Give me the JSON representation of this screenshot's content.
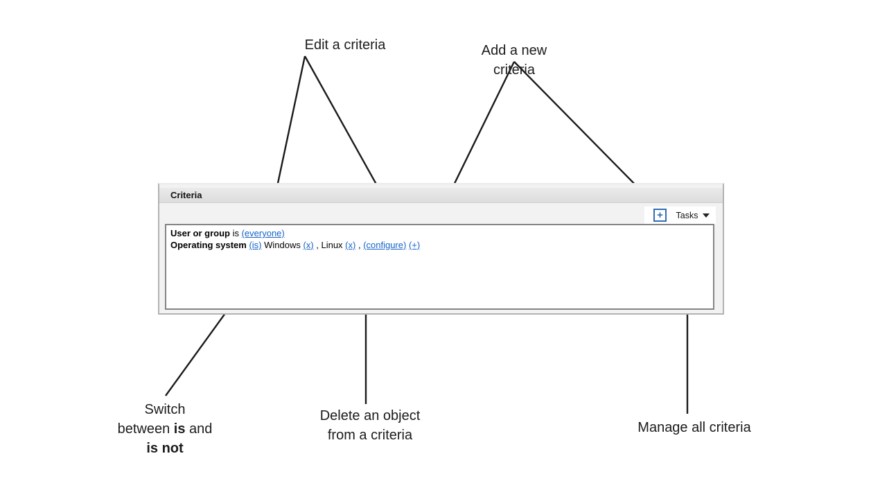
{
  "annotations": {
    "edit_criteria": "Edit a criteria",
    "add_criteria": "Add a new criteria",
    "switch": {
      "line1": "Switch",
      "line2_pre": "between ",
      "line2_bold": "is",
      "line2_post": " and",
      "line3": "is not"
    },
    "delete": {
      "line1": "Delete an object",
      "line2": "from a criteria"
    },
    "manage": "Manage all criteria"
  },
  "panel": {
    "title": "Criteria",
    "toolbar": {
      "add_button_label": "+",
      "tasks_label": "Tasks",
      "caret_icon": "caret-down-icon"
    },
    "rows": [
      {
        "segments": [
          {
            "text": "User or group"
          },
          {
            "text": " is "
          },
          {
            "text": "(everyone)"
          }
        ]
      },
      {
        "segments": [
          {
            "text": "Operating system"
          },
          {
            "text": " "
          },
          {
            "text": "(is)"
          },
          {
            "text": " Windows "
          },
          {
            "text": "(x)"
          },
          {
            "text": " , Linux "
          },
          {
            "text": "(x)"
          },
          {
            "text": " , "
          },
          {
            "text": "(configure)"
          },
          {
            "text": " "
          },
          {
            "text": "(+)"
          }
        ]
      }
    ]
  },
  "colors": {
    "link_blue": "#1563c8",
    "add_button_blue": "#2e6db5",
    "panel_header_gray": "#dedede",
    "leader_line_black": "#1a1a1a"
  }
}
